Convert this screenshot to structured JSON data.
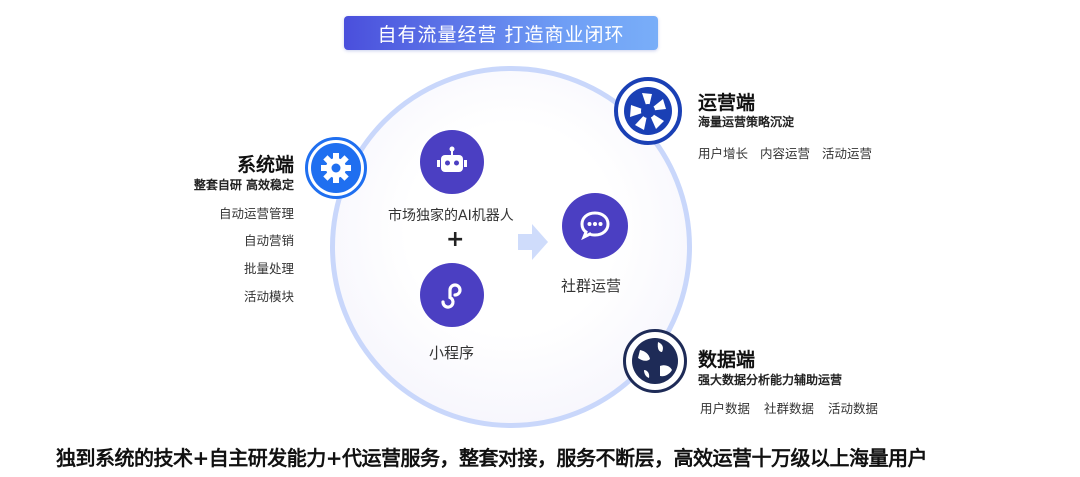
{
  "banner": "自有流量经营 打造商业闭环",
  "center": {
    "robot": "市场独家的AI机器人",
    "plus": "+",
    "mini": "小程序",
    "community": "社群运营"
  },
  "system": {
    "title": "系统端",
    "subtitle": "整套自研 高效稳定",
    "items": [
      "自动运营管理",
      "自动营销",
      "批量处理",
      "活动模块"
    ]
  },
  "operation": {
    "title": "运营端",
    "subtitle": "海量运营策略沉淀",
    "items": [
      "用户增长",
      "内容运营",
      "活动运营"
    ]
  },
  "data": {
    "title": "数据端",
    "subtitle": "强大数据分析能力辅助运营",
    "items": [
      "用户数据",
      "社群数据",
      "活动数据"
    ]
  },
  "footer": "独到系统的技术+自主研发能力+代运营服务，整套对接，服务不断层，高效运营十万级以上海量用户",
  "colors": {
    "purple": "#4b3fc2",
    "blue": "#1f6ff0",
    "navy": "#1a40b5",
    "dark": "#1e2b57"
  }
}
